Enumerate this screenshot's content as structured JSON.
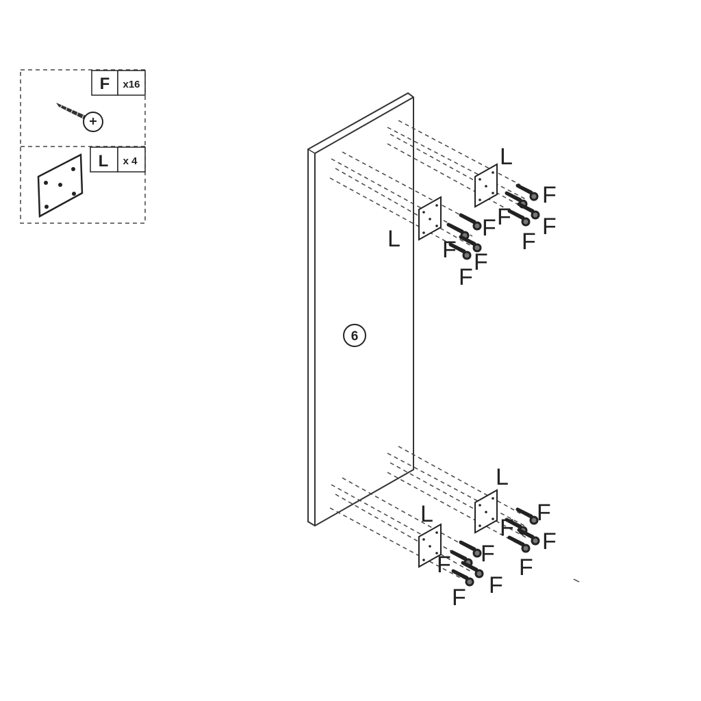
{
  "parts_legend": {
    "items": [
      {
        "letter": "F",
        "quantity": "x16",
        "part": "screw"
      },
      {
        "letter": "L",
        "quantity": "x 4",
        "part": "mounting-plate"
      }
    ]
  },
  "diagram": {
    "panel_number": "6",
    "plate_label": "L",
    "screw_label": "F",
    "groups": [
      {
        "position": "top-back",
        "plate": "L",
        "screws": [
          "F",
          "F",
          "F",
          "F"
        ]
      },
      {
        "position": "top-front",
        "plate": "L",
        "screws": [
          "F",
          "F",
          "F",
          "F"
        ]
      },
      {
        "position": "bottom-back",
        "plate": "L",
        "screws": [
          "F",
          "F",
          "F",
          "F"
        ]
      },
      {
        "position": "bottom-front",
        "plate": "L",
        "screws": [
          "F",
          "F",
          "F",
          "F"
        ]
      }
    ]
  }
}
